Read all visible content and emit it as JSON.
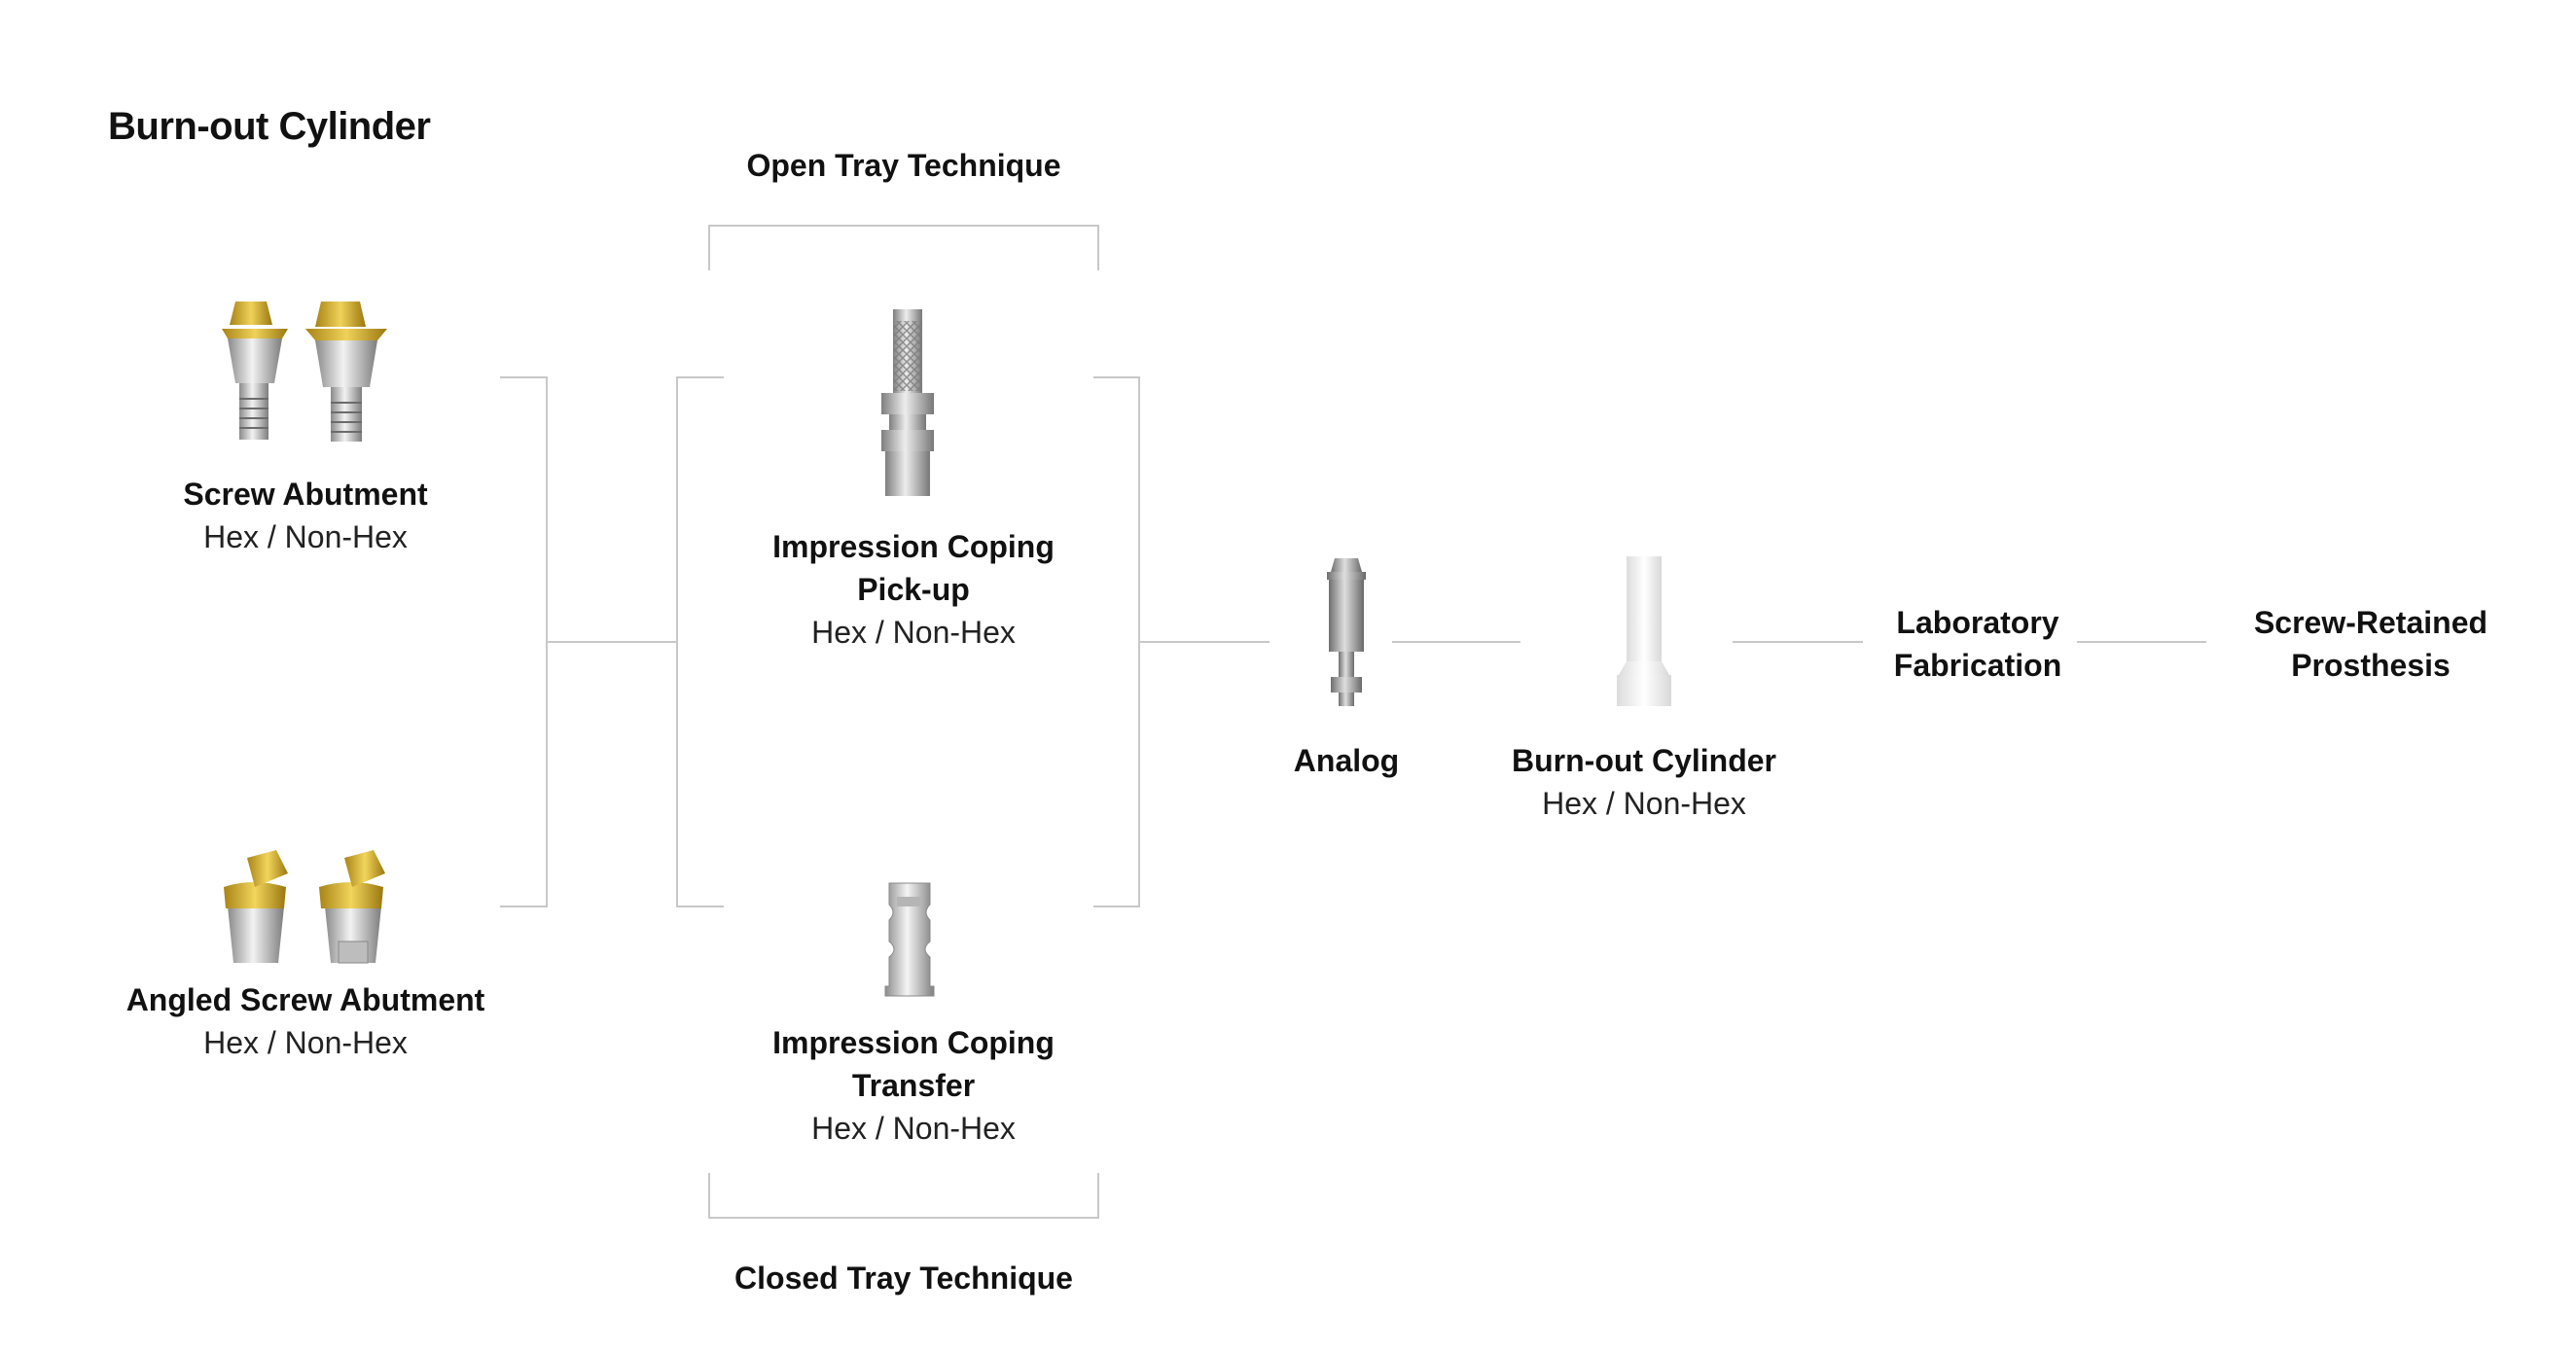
{
  "title": "Burn-out Cylinder",
  "techniques": {
    "open": "Open Tray Technique",
    "closed": "Closed Tray Technique"
  },
  "nodes": {
    "screw_abutment": {
      "name": "Screw Abutment",
      "sub": "Hex / Non-Hex"
    },
    "angled_screw_abutment": {
      "name": "Angled Screw Abutment",
      "sub": "Hex / Non-Hex"
    },
    "impression_pickup": {
      "name_line1": "Impression Coping",
      "name_line2": "Pick-up",
      "sub": "Hex / Non-Hex"
    },
    "impression_transfer": {
      "name_line1": "Impression Coping",
      "name_line2": "Transfer",
      "sub": "Hex / Non-Hex"
    },
    "analog": {
      "name": "Analog"
    },
    "burnout_cylinder": {
      "name": "Burn-out Cylinder",
      "sub": "Hex / Non-Hex"
    },
    "lab_fabrication": {
      "name_line1": "Laboratory",
      "name_line2": "Fabrication"
    },
    "prosthesis": {
      "name_line1": "Screw-Retained",
      "name_line2": "Prosthesis"
    }
  },
  "colors": {
    "connector": "#c8c8c8",
    "gold": "#c9a326",
    "metal": "#a9a9a9",
    "burnout": "#f1f1f1"
  }
}
